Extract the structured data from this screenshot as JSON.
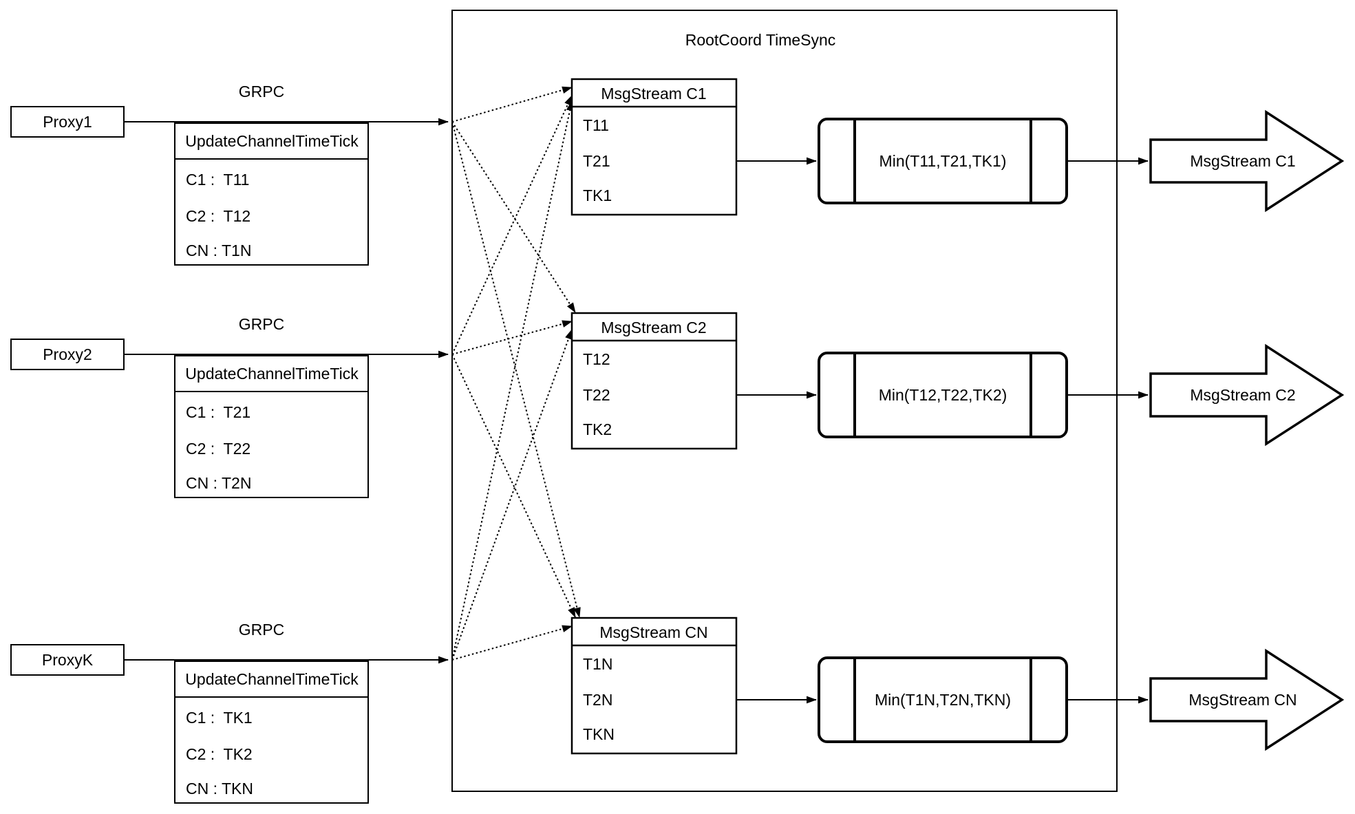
{
  "colors": {
    "ink": "#000000",
    "background": "#ffffff"
  },
  "diagram": {
    "title": "RootCoord TimeSync",
    "proxies": [
      {
        "name": "Proxy1",
        "protocol_label": "GRPC",
        "message_title": "UpdateChannelTimeTick",
        "fields": [
          "C1 :  T11",
          "C2 :  T12",
          "CN : T1N"
        ]
      },
      {
        "name": "Proxy2",
        "protocol_label": "GRPC",
        "message_title": "UpdateChannelTimeTick",
        "fields": [
          "C1 :  T21",
          "C2 :  T22",
          "CN : T2N"
        ]
      },
      {
        "name": "ProxyK",
        "protocol_label": "GRPC",
        "message_title": "UpdateChannelTimeTick",
        "fields": [
          "C1 :  TK1",
          "C2 :  TK2",
          "CN : TKN"
        ]
      }
    ],
    "channels": [
      {
        "stream_title": "MsgStream C1",
        "ticks": [
          "T11",
          "T21",
          "TK1"
        ],
        "min_label": "Min(T11,T21,TK1)",
        "output_label": "MsgStream C1"
      },
      {
        "stream_title": "MsgStream C2",
        "ticks": [
          "T12",
          "T22",
          "TK2"
        ],
        "min_label": "Min(T12,T22,TK2)",
        "output_label": "MsgStream C2"
      },
      {
        "stream_title": "MsgStream CN",
        "ticks": [
          "T1N",
          "T2N",
          "TKN"
        ],
        "min_label": "Min(T1N,T2N,TKN)",
        "output_label": "MsgStream CN"
      }
    ]
  }
}
